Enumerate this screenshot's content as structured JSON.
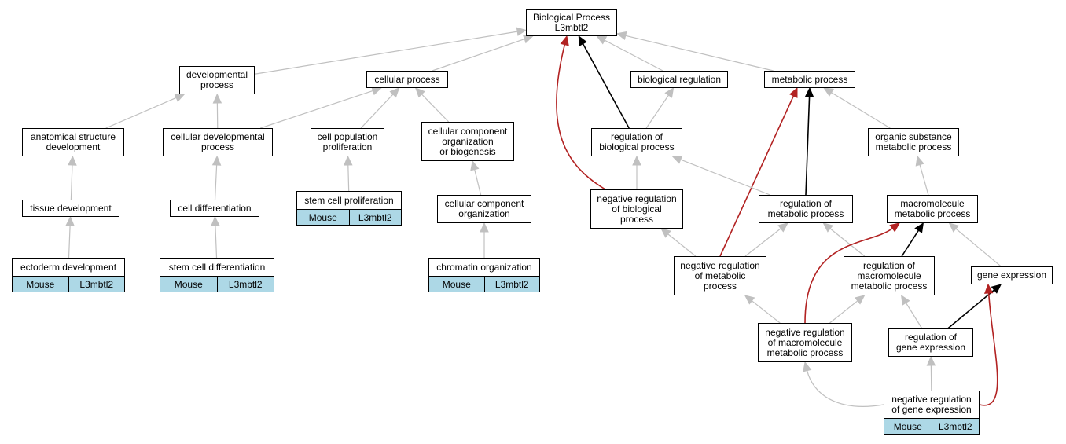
{
  "colors": {
    "gray_edge": "#c0c0c0",
    "black_edge": "#000000",
    "red_edge": "#b22222",
    "annotation_bg": "#add8e6"
  },
  "nodes": {
    "root": "Biological Process\nL3mbtl2",
    "developmental_process": "developmental\nprocess",
    "cellular_process": "cellular process",
    "biological_regulation": "biological regulation",
    "metabolic_process": "metabolic process",
    "anatomical_structure_development": "anatomical structure\ndevelopment",
    "cellular_developmental_process": "cellular developmental\nprocess",
    "cell_population_proliferation": "cell population\nproliferation",
    "cellular_component_org_or_biogenesis": "cellular component\norganization\nor biogenesis",
    "regulation_of_biological_process": "regulation of\nbiological process",
    "organic_substance_metabolic_process": "organic substance\nmetabolic process",
    "tissue_development": "tissue development",
    "cell_differentiation": "cell differentiation",
    "stem_cell_proliferation": "stem cell proliferation",
    "cellular_component_organization": "cellular component\norganization",
    "negative_regulation_of_biological_process": "negative regulation\nof biological\nprocess",
    "regulation_of_metabolic_process": "regulation of\nmetabolic process",
    "macromolecule_metabolic_process": "macromolecule\nmetabolic process",
    "ectoderm_development": "ectoderm development",
    "stem_cell_differentiation": "stem cell differentiation",
    "chromatin_organization": "chromatin organization",
    "negative_regulation_of_metabolic_process": "negative regulation\nof metabolic\nprocess",
    "regulation_of_macromolecule_metabolic_process": "regulation of\nmacromolecule\nmetabolic process",
    "gene_expression": "gene expression",
    "negative_regulation_of_macromolecule_metabolic_process": "negative regulation\nof macromolecule\nmetabolic process",
    "regulation_of_gene_expression": "regulation of\ngene expression",
    "negative_regulation_of_gene_expression": "negative regulation\nof gene expression"
  },
  "annotations": {
    "ectoderm_development": {
      "organism": "Mouse",
      "gene": "L3mbtl2"
    },
    "stem_cell_differentiation": {
      "organism": "Mouse",
      "gene": "L3mbtl2"
    },
    "stem_cell_proliferation": {
      "organism": "Mouse",
      "gene": "L3mbtl2"
    },
    "chromatin_organization": {
      "organism": "Mouse",
      "gene": "L3mbtl2"
    },
    "negative_regulation_of_gene_expression": {
      "organism": "Mouse",
      "gene": "L3mbtl2"
    }
  },
  "edges": [
    {
      "from": "developmental_process",
      "to": "root",
      "relation": "is_a"
    },
    {
      "from": "cellular_process",
      "to": "root",
      "relation": "is_a"
    },
    {
      "from": "biological_regulation",
      "to": "root",
      "relation": "is_a"
    },
    {
      "from": "metabolic_process",
      "to": "root",
      "relation": "is_a"
    },
    {
      "from": "regulation_of_biological_process",
      "to": "root",
      "relation": "regulates"
    },
    {
      "from": "negative_regulation_of_biological_process",
      "to": "root",
      "relation": "negatively_regulates"
    },
    {
      "from": "anatomical_structure_development",
      "to": "developmental_process",
      "relation": "is_a"
    },
    {
      "from": "cellular_developmental_process",
      "to": "developmental_process",
      "relation": "is_a"
    },
    {
      "from": "cellular_developmental_process",
      "to": "cellular_process",
      "relation": "is_a"
    },
    {
      "from": "cell_population_proliferation",
      "to": "cellular_process",
      "relation": "is_a"
    },
    {
      "from": "cellular_component_org_or_biogenesis",
      "to": "cellular_process",
      "relation": "is_a"
    },
    {
      "from": "regulation_of_biological_process",
      "to": "biological_regulation",
      "relation": "is_a"
    },
    {
      "from": "organic_substance_metabolic_process",
      "to": "metabolic_process",
      "relation": "is_a"
    },
    {
      "from": "regulation_of_metabolic_process",
      "to": "metabolic_process",
      "relation": "regulates"
    },
    {
      "from": "negative_regulation_of_metabolic_process",
      "to": "metabolic_process",
      "relation": "negatively_regulates"
    },
    {
      "from": "tissue_development",
      "to": "anatomical_structure_development",
      "relation": "is_a"
    },
    {
      "from": "cell_differentiation",
      "to": "cellular_developmental_process",
      "relation": "is_a"
    },
    {
      "from": "stem_cell_proliferation",
      "to": "cell_population_proliferation",
      "relation": "is_a"
    },
    {
      "from": "cellular_component_organization",
      "to": "cellular_component_org_or_biogenesis",
      "relation": "is_a"
    },
    {
      "from": "negative_regulation_of_biological_process",
      "to": "regulation_of_biological_process",
      "relation": "is_a"
    },
    {
      "from": "regulation_of_metabolic_process",
      "to": "regulation_of_biological_process",
      "relation": "is_a"
    },
    {
      "from": "macromolecule_metabolic_process",
      "to": "organic_substance_metabolic_process",
      "relation": "is_a"
    },
    {
      "from": "ectoderm_development",
      "to": "tissue_development",
      "relation": "is_a"
    },
    {
      "from": "stem_cell_differentiation",
      "to": "cell_differentiation",
      "relation": "is_a"
    },
    {
      "from": "chromatin_organization",
      "to": "cellular_component_organization",
      "relation": "is_a"
    },
    {
      "from": "negative_regulation_of_metabolic_process",
      "to": "negative_regulation_of_biological_process",
      "relation": "is_a"
    },
    {
      "from": "negative_regulation_of_metabolic_process",
      "to": "regulation_of_metabolic_process",
      "relation": "is_a"
    },
    {
      "from": "regulation_of_macromolecule_metabolic_process",
      "to": "regulation_of_metabolic_process",
      "relation": "is_a"
    },
    {
      "from": "regulation_of_macromolecule_metabolic_process",
      "to": "macromolecule_metabolic_process",
      "relation": "regulates"
    },
    {
      "from": "gene_expression",
      "to": "macromolecule_metabolic_process",
      "relation": "is_a"
    },
    {
      "from": "negative_regulation_of_macromolecule_metabolic_process",
      "to": "macromolecule_metabolic_process",
      "relation": "negatively_regulates"
    },
    {
      "from": "negative_regulation_of_macromolecule_metabolic_process",
      "to": "negative_regulation_of_metabolic_process",
      "relation": "is_a"
    },
    {
      "from": "negative_regulation_of_macromolecule_metabolic_process",
      "to": "regulation_of_macromolecule_metabolic_process",
      "relation": "is_a"
    },
    {
      "from": "regulation_of_gene_expression",
      "to": "regulation_of_macromolecule_metabolic_process",
      "relation": "is_a"
    },
    {
      "from": "regulation_of_gene_expression",
      "to": "gene_expression",
      "relation": "regulates"
    },
    {
      "from": "negative_regulation_of_gene_expression",
      "to": "negative_regulation_of_macromolecule_metabolic_process",
      "relation": "is_a"
    },
    {
      "from": "negative_regulation_of_gene_expression",
      "to": "regulation_of_gene_expression",
      "relation": "is_a"
    },
    {
      "from": "negative_regulation_of_gene_expression",
      "to": "gene_expression",
      "relation": "negatively_regulates"
    }
  ]
}
